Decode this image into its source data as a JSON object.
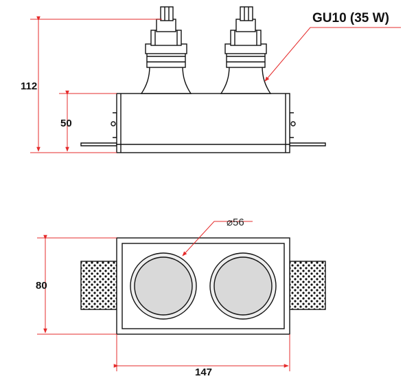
{
  "side_view": {
    "lamp_label": "GU10  (35 W)",
    "dim_total_height": "112",
    "dim_body_height": "50"
  },
  "top_view": {
    "dim_diameter": "⌀56",
    "dim_width": "147",
    "dim_depth": "80"
  },
  "colors": {
    "line": "#111111",
    "dimension": "#e52b2b",
    "reflector_fill": "#d9d9d9",
    "reflector_ring": "#eeeeee"
  }
}
